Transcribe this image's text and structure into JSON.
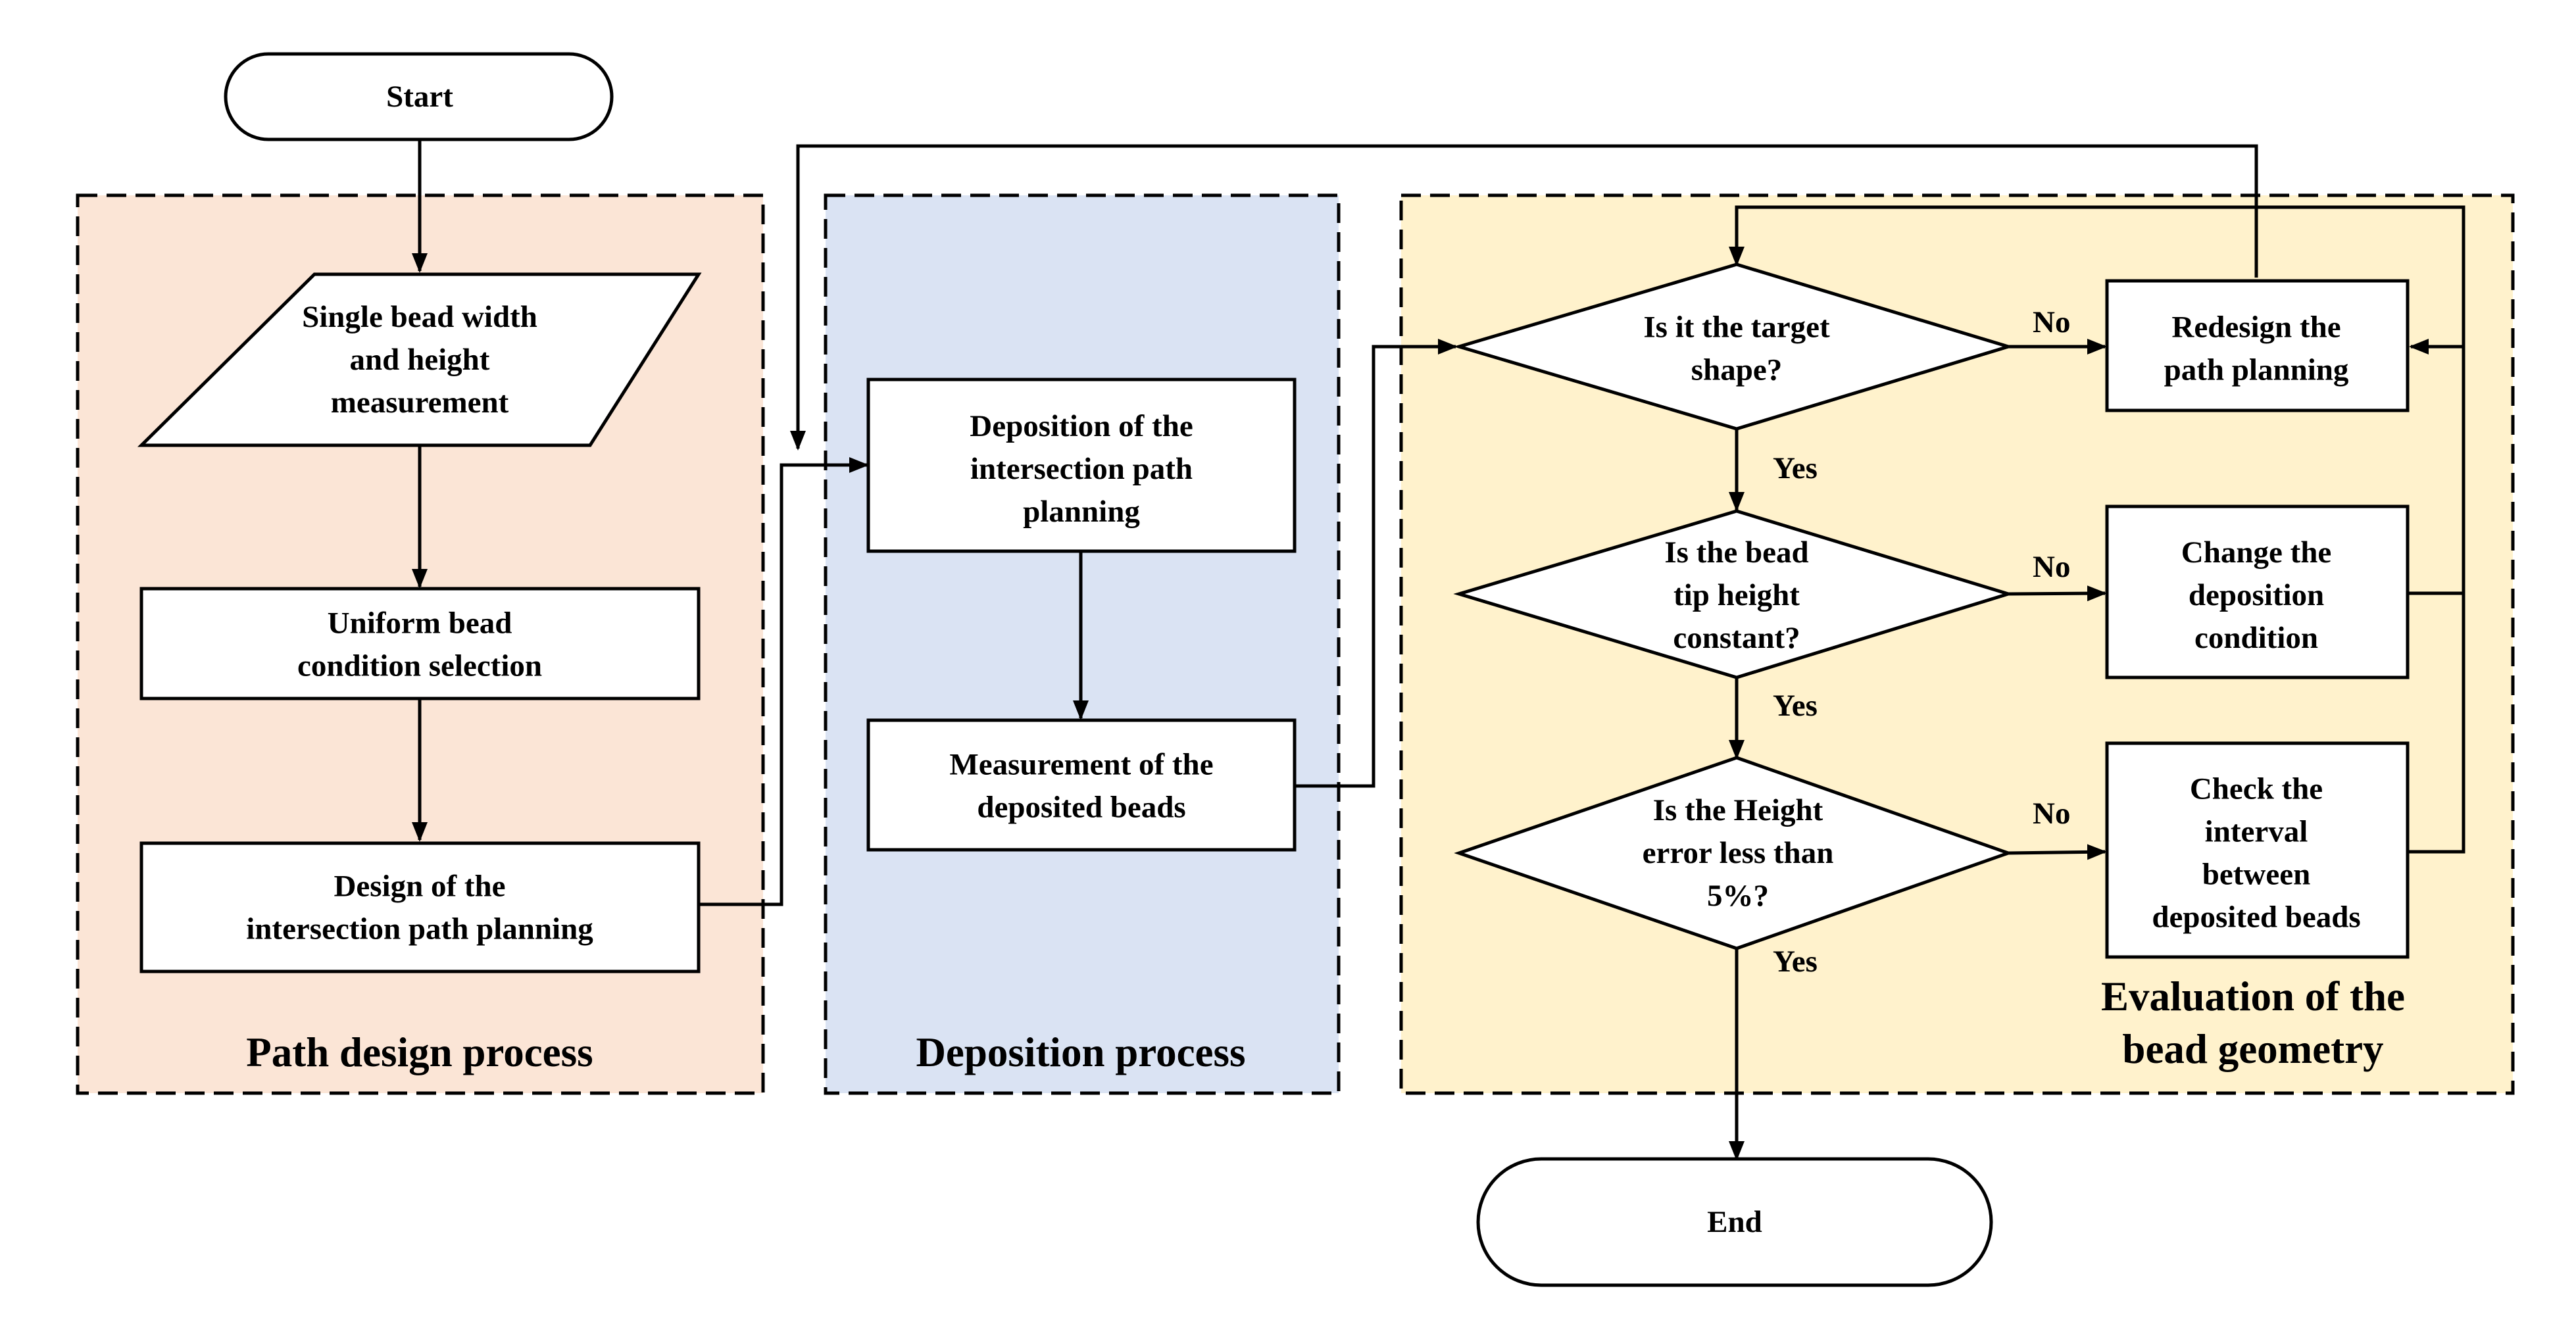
{
  "colors": {
    "path_region": "#fbe5d6",
    "deposition_region": "#dae3f3",
    "evaluation_region": "#fff2cc",
    "stroke": "#000000",
    "node_fill": "#ffffff"
  },
  "regions": {
    "path_design": {
      "title": [
        "Path design process"
      ]
    },
    "deposition": {
      "title": [
        "Deposition process"
      ]
    },
    "evaluation": {
      "title": [
        "Evaluation of the",
        "bead geometry"
      ]
    }
  },
  "nodes": {
    "start": {
      "lines": [
        "Start"
      ]
    },
    "measure_single": {
      "lines": [
        "Single bead width",
        "and height",
        "measurement"
      ]
    },
    "uniform": {
      "lines": [
        "Uniform bead",
        "condition selection"
      ]
    },
    "design": {
      "lines": [
        "Design of the",
        "intersection path planning"
      ]
    },
    "deposit": {
      "lines": [
        "Deposition of the",
        "intersection path",
        "planning"
      ]
    },
    "measure_deposited": {
      "lines": [
        "Measurement of the",
        "deposited beads"
      ]
    },
    "target": {
      "lines": [
        "Is it the target",
        "shape?"
      ]
    },
    "tip": {
      "lines": [
        "Is the bead",
        "tip height",
        "constant?"
      ]
    },
    "error": {
      "lines": [
        "Is the Height",
        "error less than",
        "5%?"
      ]
    },
    "redesign": {
      "lines": [
        "Redesign the",
        "path planning"
      ]
    },
    "change": {
      "lines": [
        "Change the",
        "deposition",
        "condition"
      ]
    },
    "check": {
      "lines": [
        "Check the",
        "interval",
        "between",
        "deposited beads"
      ]
    },
    "end": {
      "lines": [
        "End"
      ]
    }
  },
  "edge_labels": {
    "target_no": "No",
    "target_yes": "Yes",
    "tip_no": "No",
    "tip_yes": "Yes",
    "error_no": "No",
    "error_yes": "Yes"
  }
}
